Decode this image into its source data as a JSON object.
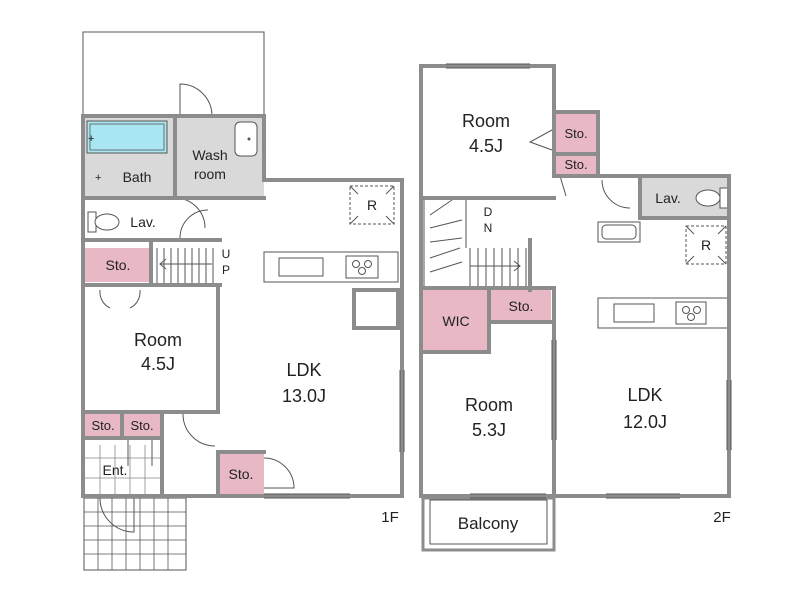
{
  "floor_1": {
    "floor_label": "1F",
    "bath": "Bath",
    "wash_line1": "Wash",
    "wash_line2": "room",
    "lav": "Lav.",
    "sto_stair": "Sto.",
    "stair_text": "UP",
    "room_name": "Room",
    "room_size": "4.5J",
    "sto_small_1": "Sto.",
    "sto_small_2": "Sto.",
    "entrance": "Ent.",
    "sto_bottom": "Sto.",
    "ldk_name": "LDK",
    "ldk_size": "13.0J",
    "fridge": "R"
  },
  "floor_2": {
    "floor_label": "2F",
    "room_top_name": "Room",
    "room_top_size": "4.5J",
    "sto_top_1": "Sto.",
    "sto_top_2": "Sto.",
    "stair_text": "DN",
    "lav": "Lav.",
    "fridge": "R",
    "wic": "WIC",
    "sto_mid": "Sto.",
    "room_name": "Room",
    "room_size": "5.3J",
    "ldk_name": "LDK",
    "ldk_size": "12.0J",
    "balcony": "Balcony"
  },
  "colors": {
    "wall": "#8c8c8c",
    "storage_fill": "#e8b8c4",
    "wet_fill": "#d9d9d9",
    "bathtub": "#a9e6f2",
    "text": "#222222"
  }
}
